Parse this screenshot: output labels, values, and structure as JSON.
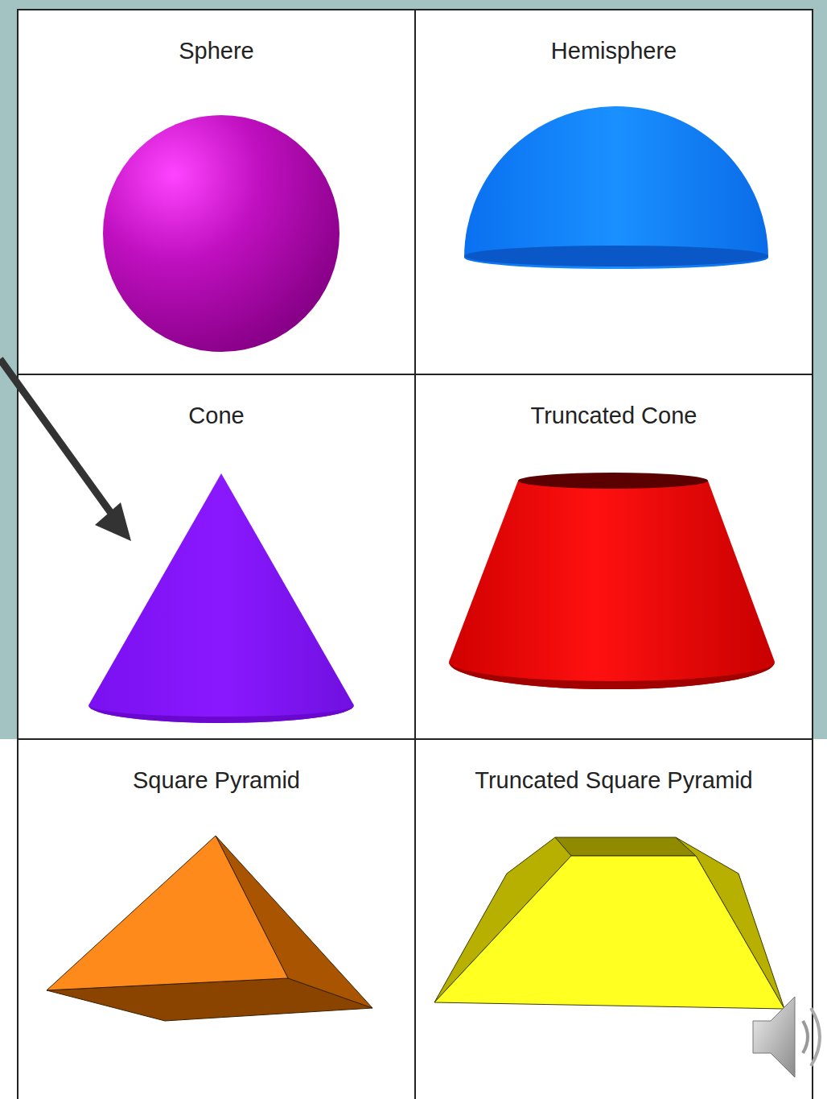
{
  "diagram": {
    "nodes": [
      {
        "text": [
          "Sphere"
        ]
      },
      {
        "text": [
          "Hemisphere"
        ]
      },
      {
        "text": [
          "Cone"
        ]
      },
      {
        "text": [
          "Truncated Cone"
        ]
      },
      {
        "text": [
          "Square Pyramid"
        ]
      },
      {
        "text": [
          "Truncated Square Pyramid"
        ]
      }
    ]
  }
}
